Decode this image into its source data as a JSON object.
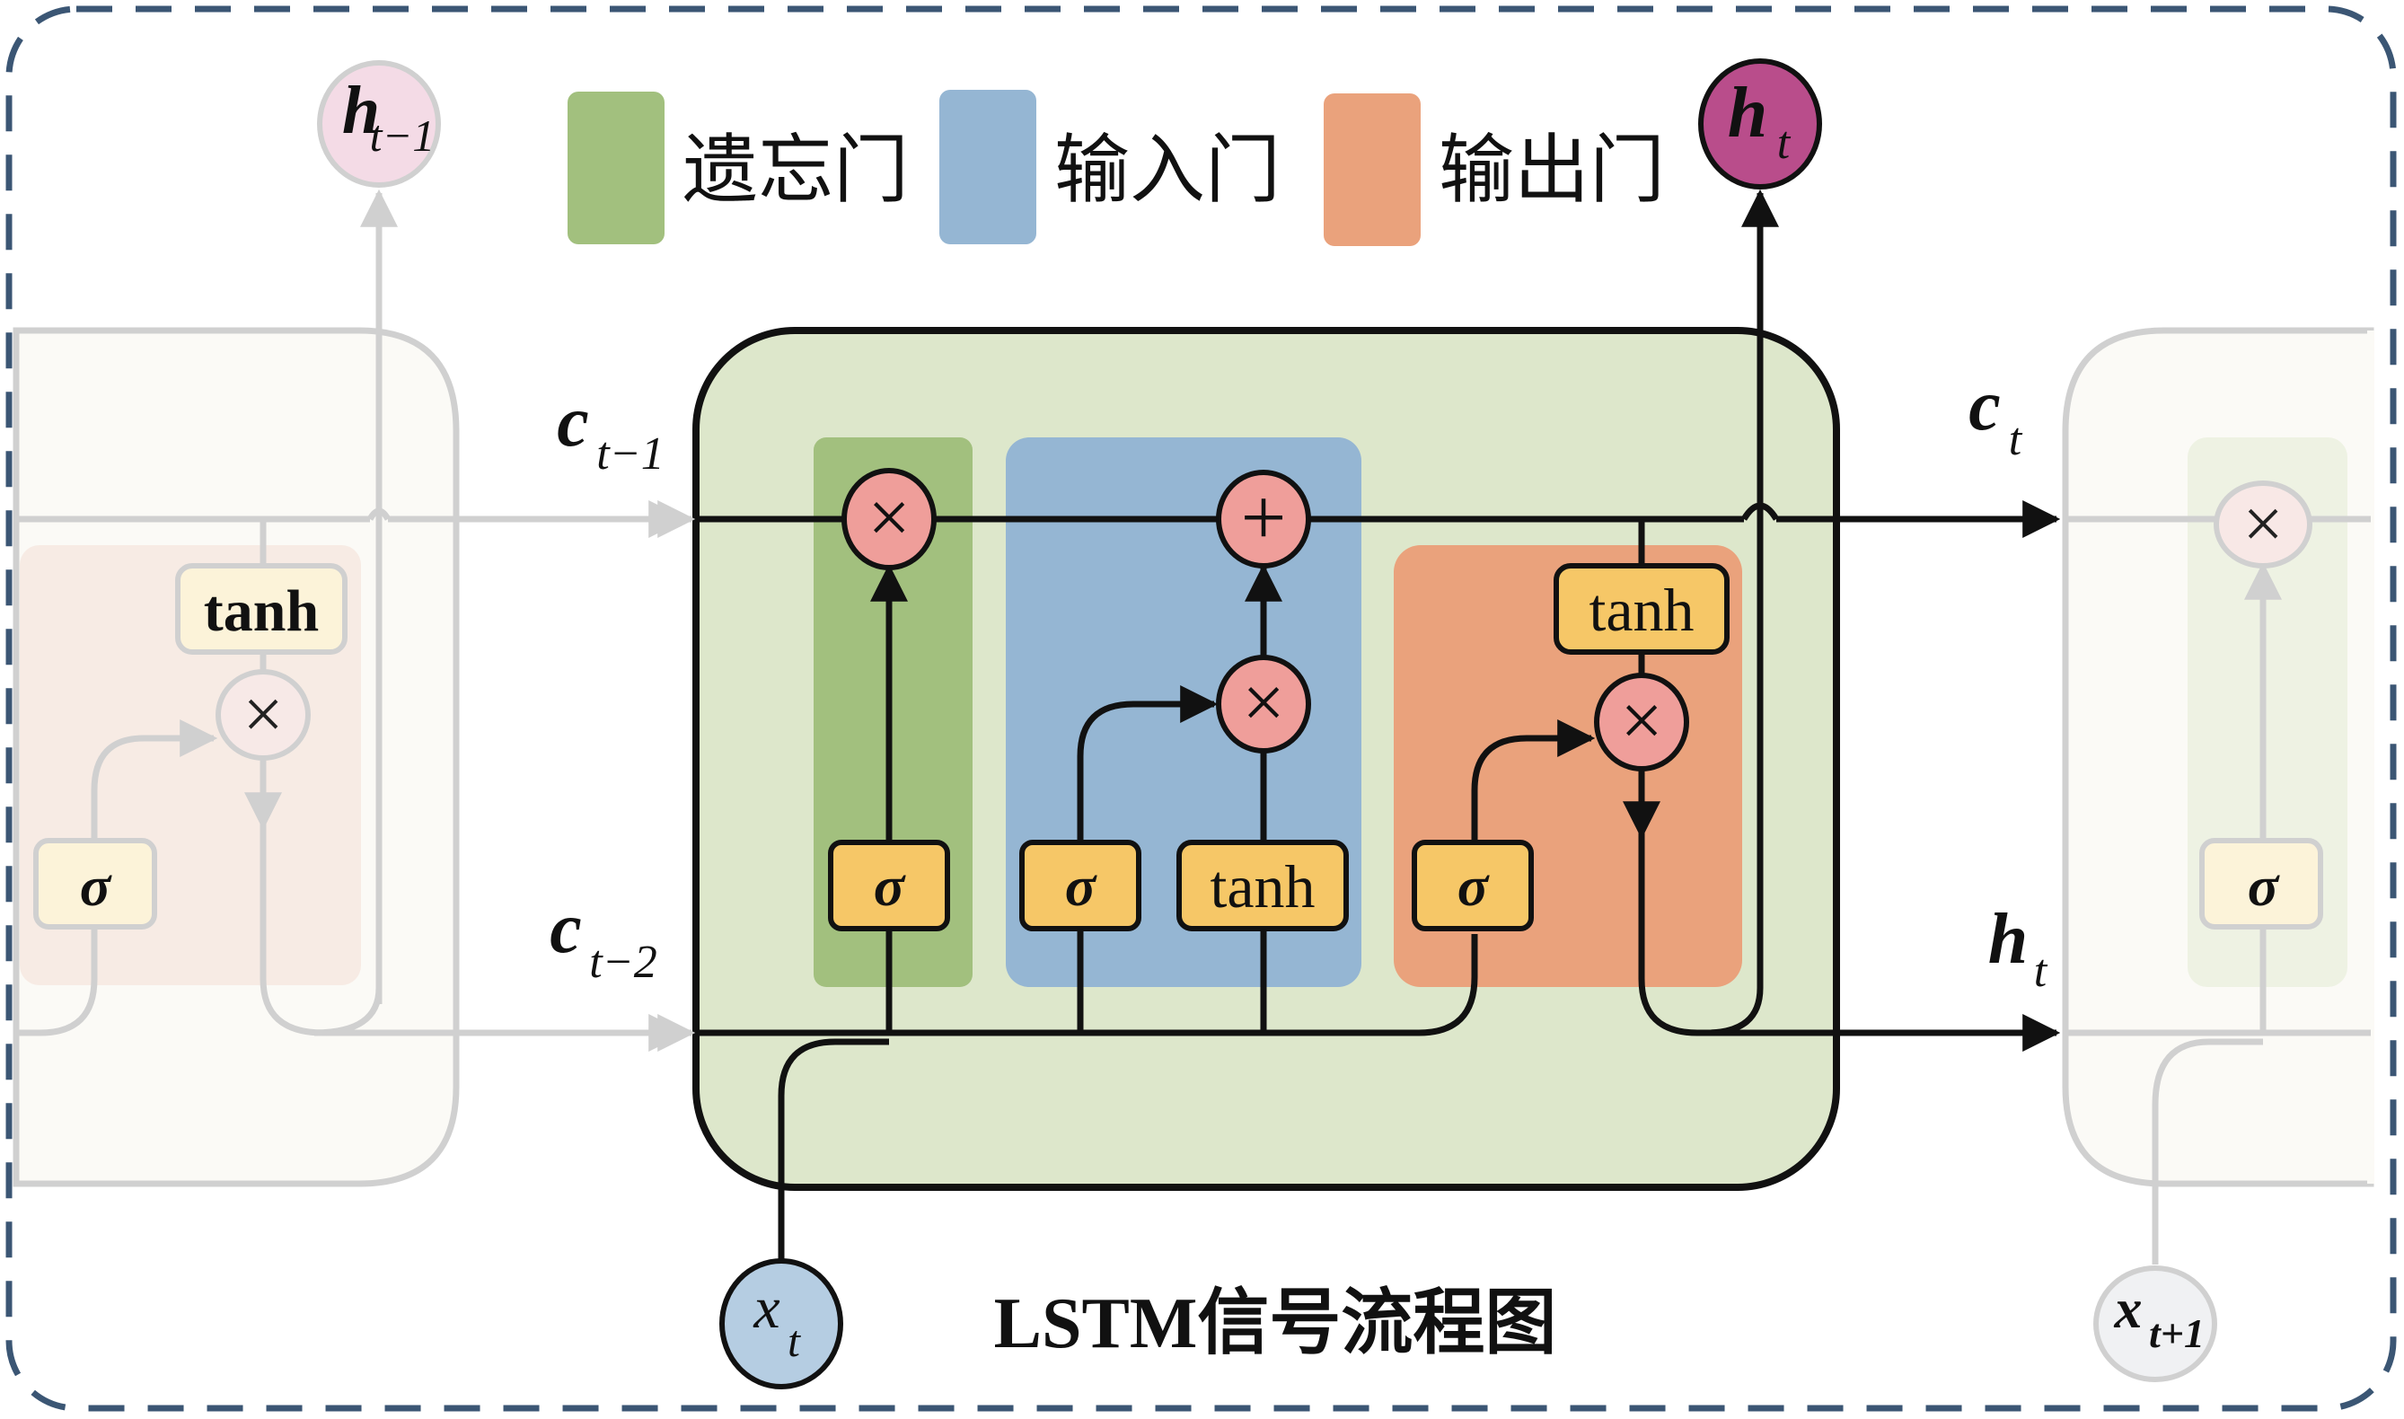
{
  "title": "LSTM信号流程图",
  "legend": [
    {
      "label": "遗忘门",
      "color": "#a2c07e"
    },
    {
      "label": "输入门",
      "color": "#95b6d3"
    },
    {
      "label": "输出门",
      "color": "#eaa27c"
    }
  ],
  "colors": {
    "border": "#3b5674",
    "cell_bg": "#dde7cb",
    "forget_gate": "#a2c07e",
    "input_gate": "#95b6d3",
    "output_gate": "#eaa27c",
    "activation_box": "#f6c767",
    "operator_circle": "#ef9e9a",
    "ht_output": "#b94d8b",
    "xt_input": "#b5cde2",
    "faded_line": "#d0d0d0",
    "line": "#111111"
  },
  "labels": {
    "c_prev": {
      "base": "c",
      "sub": "t−1"
    },
    "c_prev2": {
      "base": "c",
      "sub": "t−2"
    },
    "c_out": {
      "base": "c",
      "sub": "t"
    },
    "h_out_right": {
      "base": "h",
      "sub": "t"
    },
    "h_top": {
      "base": "h",
      "sub": "t"
    },
    "h_prev_top": {
      "base": "h",
      "sub": "t−1"
    },
    "x_in": {
      "base": "x",
      "sub": "t"
    },
    "x_next": {
      "base": "x",
      "sub": "t+1"
    }
  },
  "operators": {
    "multiply": "×",
    "add": "+"
  },
  "activations": {
    "sigma": "σ",
    "tanh": "tanh"
  }
}
